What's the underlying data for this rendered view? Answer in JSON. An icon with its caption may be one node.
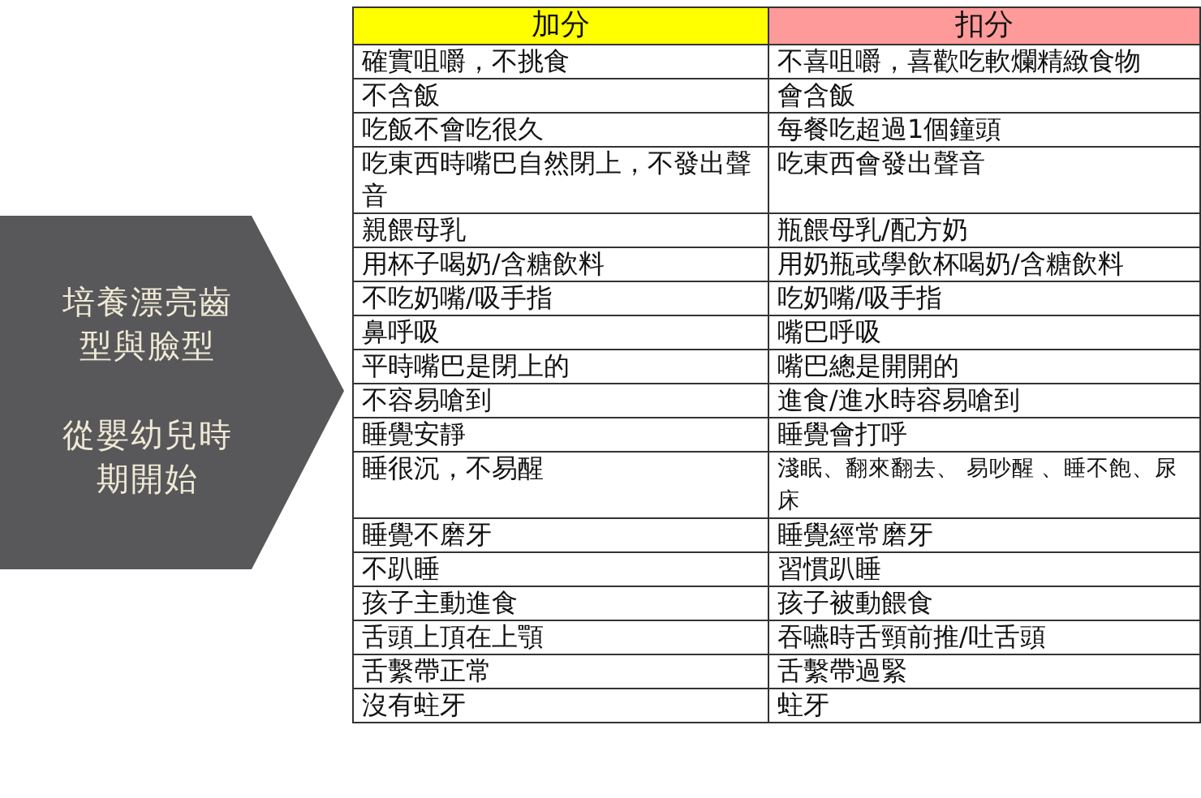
{
  "diagram": {
    "nodes": [
      {
        "text": [
          "培養漂亮齒型與臉型",
          "從嬰幼兒時期開始"
        ]
      }
    ],
    "labels": [
      "加分",
      "扣分",
      "確實咀嚼，不挑食",
      "不喜咀嚼，喜歡吃軟爛精緻食物",
      "不含飯",
      "會含飯",
      "吃飯不會吃很久",
      "每餐吃超過1個鐘頭",
      "吃東西時嘴巴自然閉上，不發出聲音",
      "吃東西會發出聲音",
      "親餵母乳",
      "瓶餵母乳/配方奶",
      "用杯子喝奶/含糖飲料",
      "用奶瓶或學飲杯喝奶/含糖飲料",
      "不吃奶嘴/吸手指",
      "吃奶嘴/吸手指",
      "鼻呼吸",
      "嘴巴呼吸",
      "平時嘴巴是閉上的",
      "嘴巴總是開開的",
      "不容易嗆到",
      "進食/進水時容易嗆到",
      "睡覺安靜",
      "睡覺會打呼",
      "睡很沉，不易醒",
      "淺眠、翻來翻去、 易吵醒 、睡不飽、尿床",
      "睡覺不磨牙",
      "睡覺經常磨牙",
      "不趴睡",
      "習慣趴睡",
      "孩子主動進食",
      "孩子被動餵食",
      "舌頭上頂在上顎",
      "吞嚥時舌頸前推/吐舌頭",
      "舌繫帶正常",
      "舌繫帶過緊",
      "沒有蛀牙",
      "蛀牙"
    ]
  }
}
